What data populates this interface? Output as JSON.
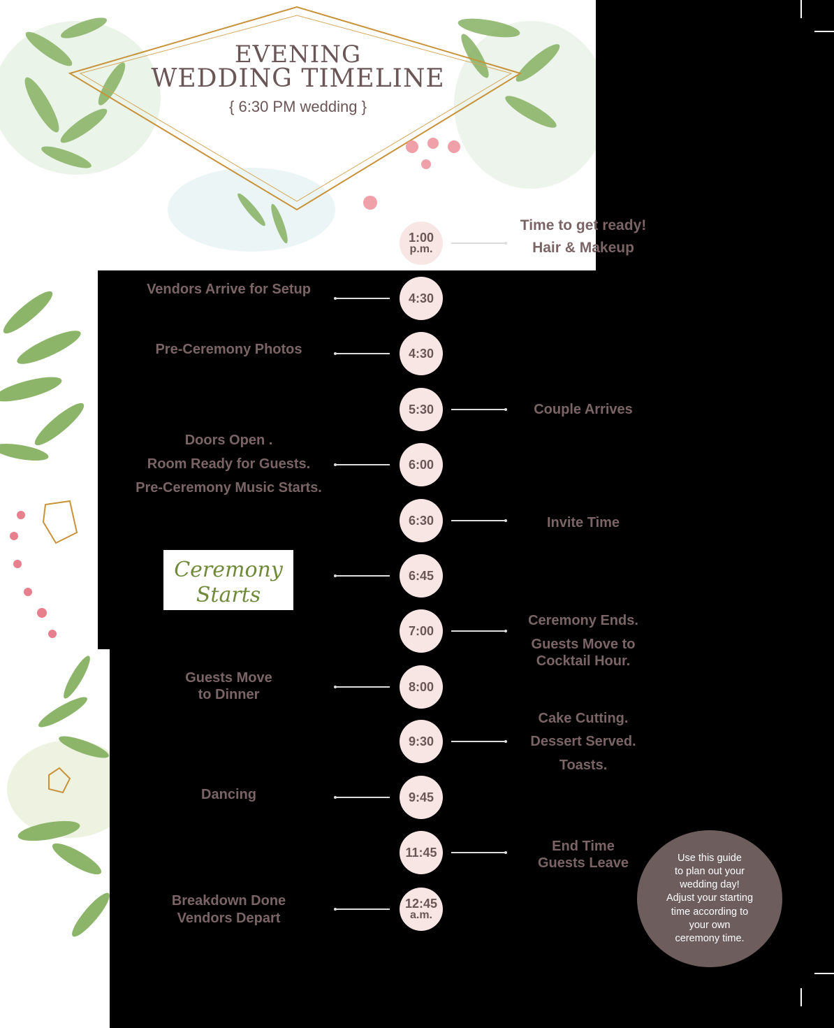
{
  "header": {
    "title_line1": "EVENING",
    "title_line2": "WEDDING TIMELINE",
    "subtitle": "{ 6:30 PM wedding }"
  },
  "timeline": [
    {
      "time": "1:00",
      "sub": "p.m.",
      "side": "right",
      "lines": [
        "Time to get ready!",
        "Hair & Makeup"
      ]
    },
    {
      "time": "4:30",
      "side": "left",
      "lines": [
        "Vendors Arrive for Setup"
      ]
    },
    {
      "time": "4:30",
      "side": "left",
      "lines": [
        "Pre-Ceremony Photos"
      ]
    },
    {
      "time": "5:30",
      "side": "right",
      "lines": [
        "Couple Arrives"
      ]
    },
    {
      "time": "6:00",
      "side": "left",
      "lines": [
        "Doors Open .",
        "Room Ready for Guests.",
        "Pre-Ceremony Music Starts."
      ]
    },
    {
      "time": "6:30",
      "side": "right",
      "lines": [
        "Invite Time"
      ]
    },
    {
      "time": "6:45",
      "side": "left",
      "lines": []
    },
    {
      "time": "7:00",
      "side": "right",
      "lines": [
        "Ceremony Ends.",
        "Guests Move to",
        "Cocktail Hour."
      ]
    },
    {
      "time": "8:00",
      "side": "left",
      "lines": [
        "Guests Move",
        "to Dinner"
      ]
    },
    {
      "time": "9:30",
      "side": "right",
      "lines": [
        "Cake Cutting.",
        "Dessert Served.",
        "Toasts."
      ]
    },
    {
      "time": "9:45",
      "side": "left",
      "lines": [
        "Dancing"
      ]
    },
    {
      "time": "11:45",
      "side": "right",
      "lines": [
        "End Time",
        "Guests Leave"
      ]
    },
    {
      "time": "12:45",
      "sub": "a.m.",
      "side": "left",
      "lines": [
        "Breakdown Done",
        "Vendors Depart"
      ]
    }
  ],
  "ceremony_card": {
    "line1": "Ceremony",
    "line2": "Starts"
  },
  "note": "Use this guide\nto plan out your\nwedding day!\nAdjust your starting\ntime according to\nyour own\nceremony time.",
  "colors": {
    "text": "#7a6466",
    "bubble": "#f7e6e4",
    "note_bg": "#6d5d5d",
    "gold": "#c8923a",
    "leaf": "#7fa85a"
  }
}
